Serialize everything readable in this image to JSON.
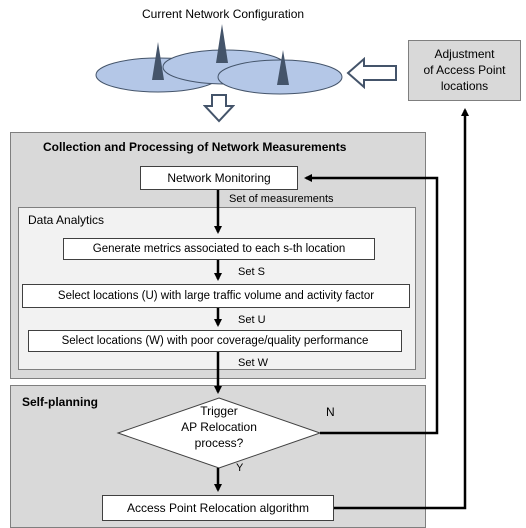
{
  "network": {
    "title": "Current Network Configuration"
  },
  "adjustment": {
    "line1": "Adjustment",
    "line2": "of Access Point",
    "line3": "locations"
  },
  "collection": {
    "title": "Collection and Processing of Network Measurements",
    "monitoring": "Network Monitoring",
    "measurements_label": "Set of measurements"
  },
  "analytics": {
    "title": "Data Analytics",
    "generate": "Generate metrics associated to each s-th location",
    "set_s": "Set S",
    "select_u": "Select locations (U) with large traffic volume and activity factor",
    "set_u": "Set U",
    "select_w": "Select locations (W) with poor coverage/quality performance",
    "set_w": "Set W"
  },
  "selfplanning": {
    "title": "Self-planning",
    "trigger_line1": "Trigger",
    "trigger_line2": "AP Relocation",
    "trigger_line3": "process?",
    "no": "N",
    "yes": "Y",
    "algorithm": "Access Point Relocation algorithm"
  },
  "colors": {
    "panel": "#d9d9d9",
    "subpanel": "#f2f2f2",
    "cell_fill": "#b4c7e7",
    "antenna": "#44546a",
    "arrow_outline": "#44546a"
  }
}
